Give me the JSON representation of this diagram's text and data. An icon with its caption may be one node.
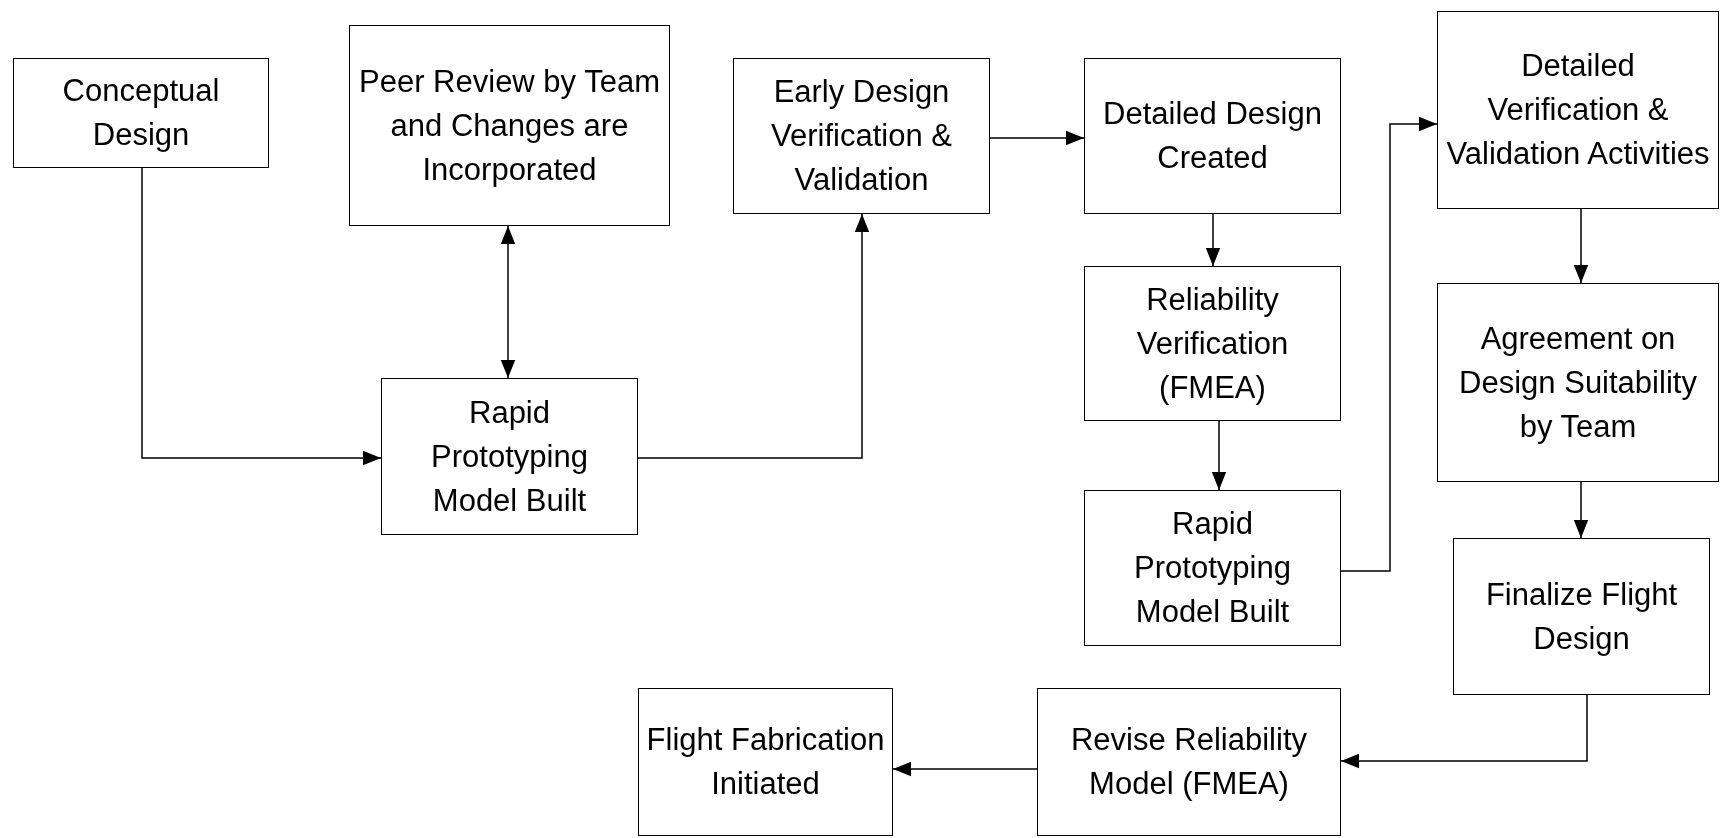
{
  "diagram": {
    "nodes": [
      {
        "text": [
          "Conceptual Design"
        ]
      },
      {
        "text": [
          "Peer Review by Team and Changes are Incorporated"
        ]
      },
      {
        "text": [
          "Rapid Prototyping Model Built"
        ]
      },
      {
        "text": [
          "Early Design Verification & Validation"
        ]
      },
      {
        "text": [
          "Detailed Design Created"
        ]
      },
      {
        "text": [
          "Reliability Verification (FMEA)"
        ]
      },
      {
        "text": [
          "Rapid Prototyping Model Built"
        ]
      },
      {
        "text": [
          "Detailed Verification & Validation Activities"
        ]
      },
      {
        "text": [
          "Agreement on Design Suitability by Team"
        ]
      },
      {
        "text": [
          "Finalize Flight Design"
        ]
      },
      {
        "text": [
          "Revise Reliability Model (FMEA)"
        ]
      },
      {
        "text": [
          "Flight Fabrication Initiated"
        ]
      }
    ],
    "edges": [
      {
        "from": 0,
        "to": 2,
        "arrow": "to"
      },
      {
        "from": 1,
        "to": 2,
        "arrow": "both"
      },
      {
        "from": 2,
        "to": 3,
        "arrow": "to"
      },
      {
        "from": 3,
        "to": 4,
        "arrow": "to"
      },
      {
        "from": 4,
        "to": 5,
        "arrow": "to"
      },
      {
        "from": 5,
        "to": 6,
        "arrow": "to"
      },
      {
        "from": 6,
        "to": 7,
        "arrow": "to"
      },
      {
        "from": 7,
        "to": 8,
        "arrow": "to"
      },
      {
        "from": 8,
        "to": 9,
        "arrow": "to"
      },
      {
        "from": 9,
        "to": 10,
        "arrow": "to"
      },
      {
        "from": 10,
        "to": 11,
        "arrow": "to"
      }
    ]
  }
}
